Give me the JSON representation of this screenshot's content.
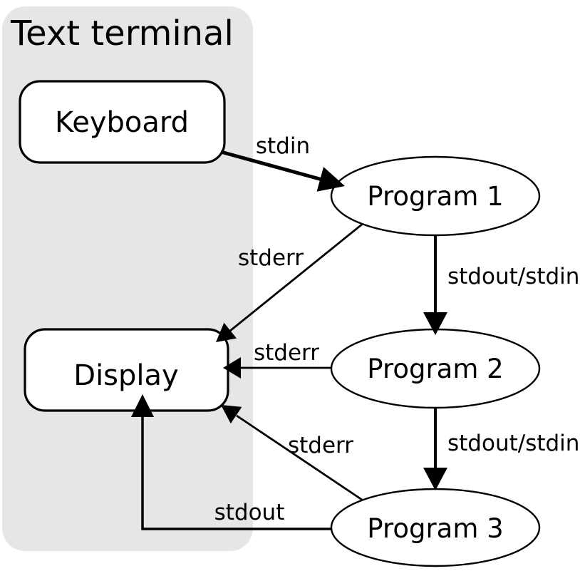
{
  "diagram": {
    "title": "Text terminal",
    "colors": {
      "background": "#ffffff",
      "terminal_fill": "#e6e6e6",
      "node_fill": "#ffffff",
      "stroke": "#000000"
    },
    "nodes": {
      "keyboard": {
        "label": "Keyboard",
        "shape": "rounded-rect",
        "inside_terminal": true
      },
      "display": {
        "label": "Display",
        "shape": "rounded-rect",
        "inside_terminal": true
      },
      "program1": {
        "label": "Program 1",
        "shape": "ellipse",
        "inside_terminal": false
      },
      "program2": {
        "label": "Program 2",
        "shape": "ellipse",
        "inside_terminal": false
      },
      "program3": {
        "label": "Program 3",
        "shape": "ellipse",
        "inside_terminal": false
      }
    },
    "edges": {
      "stdin": {
        "label": "stdin",
        "from": "Keyboard",
        "to": "Program 1"
      },
      "stderr_1": {
        "label": "stderr",
        "from": "Program 1",
        "to": "Display"
      },
      "stdout_stdin_1": {
        "label": "stdout/stdin",
        "from": "Program 1",
        "to": "Program 2"
      },
      "stderr_2": {
        "label": "stderr",
        "from": "Program 2",
        "to": "Display"
      },
      "stdout_stdin_2": {
        "label": "stdout/stdin",
        "from": "Program 2",
        "to": "Program 3"
      },
      "stderr_3": {
        "label": "stderr",
        "from": "Program 3",
        "to": "Display"
      },
      "stdout": {
        "label": "stdout",
        "from": "Program 3",
        "to": "Display"
      }
    }
  }
}
